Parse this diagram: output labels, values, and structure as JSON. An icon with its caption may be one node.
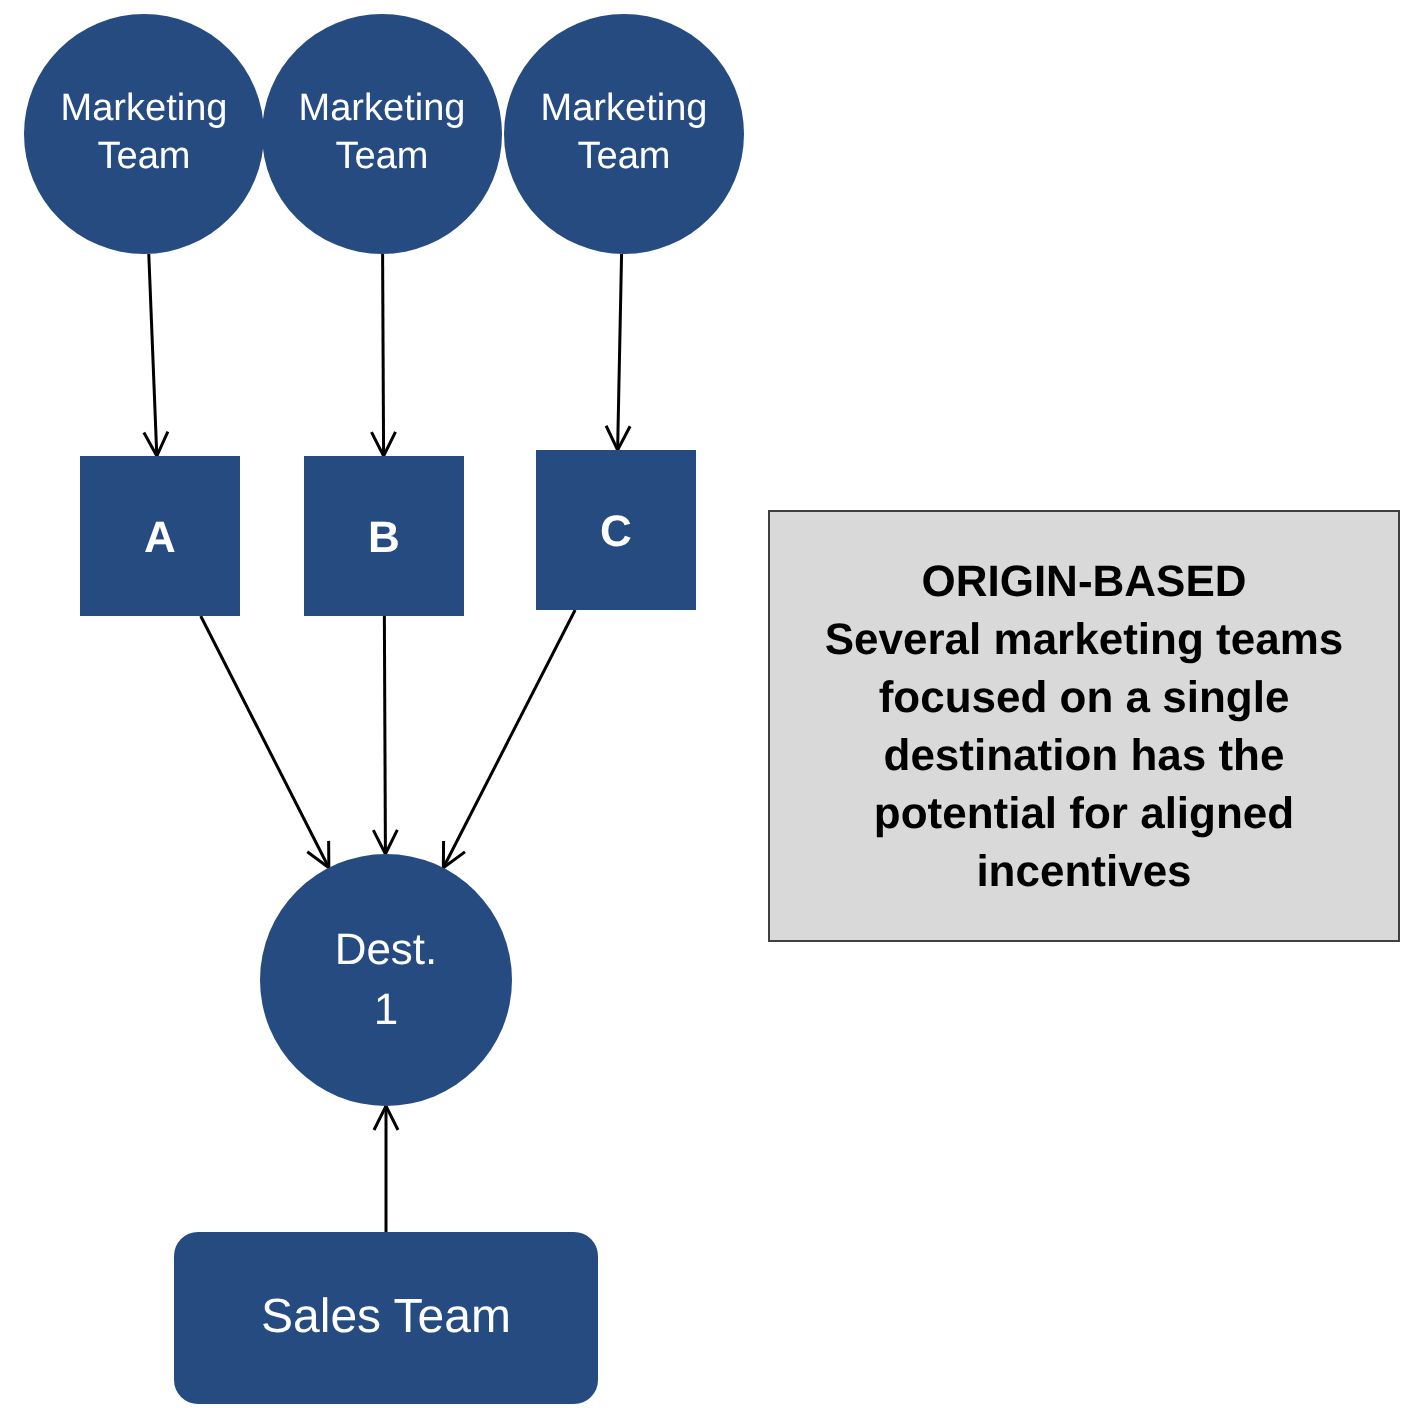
{
  "diagram": {
    "nodes": [
      {
        "text": [
          "Marketing Team"
        ]
      },
      {
        "text": [
          "Marketing Team"
        ]
      },
      {
        "text": [
          "Marketing Team"
        ]
      },
      {
        "text": [
          "A"
        ]
      },
      {
        "text": [
          "B"
        ]
      },
      {
        "text": [
          "C"
        ]
      },
      {
        "text": [
          "Dest. 1"
        ]
      },
      {
        "text": [
          "Sales Team"
        ]
      },
      {
        "text": [
          "ORIGIN-BASED",
          "Several marketing teams focused on a single destination has the potential for aligned incentives"
        ]
      }
    ],
    "edges": [
      {
        "from": 0,
        "to": 3,
        "arrow": "to"
      },
      {
        "from": 1,
        "to": 4,
        "arrow": "to"
      },
      {
        "from": 2,
        "to": 5,
        "arrow": "to"
      },
      {
        "from": 3,
        "to": 6,
        "arrow": "to"
      },
      {
        "from": 4,
        "to": 6,
        "arrow": "to"
      },
      {
        "from": 5,
        "to": 6,
        "arrow": "to"
      },
      {
        "from": 7,
        "to": 6,
        "arrow": "to"
      }
    ]
  }
}
